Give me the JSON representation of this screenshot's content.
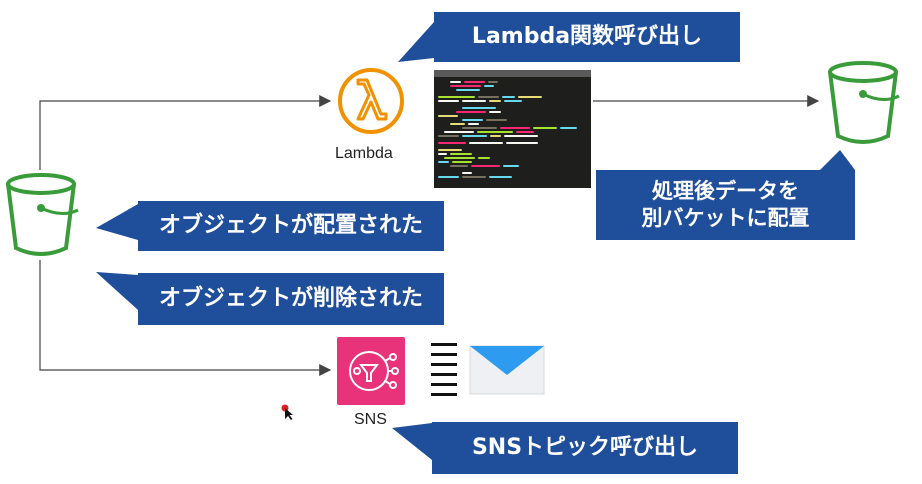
{
  "callouts": {
    "lambda_invoke": "Lambda関数呼び出し",
    "store_other_bucket_line1": "処理後データを",
    "store_other_bucket_line2": "別バケットに配置",
    "object_created": "オブジェクトが配置された",
    "object_deleted": "オブジェクトが削除された",
    "sns_invoke": "SNSトピック呼び出し"
  },
  "labels": {
    "lambda": "Lambda",
    "sns": "SNS"
  },
  "icons": {
    "source_bucket": "s3-bucket-icon",
    "dest_bucket": "s3-bucket-icon",
    "lambda": "lambda-icon",
    "sns": "sns-topic-icon",
    "list": "list-lines-icon",
    "mail": "envelope-icon",
    "code": "code-editor-screenshot"
  },
  "colors": {
    "callout_bg": "#1f4e9a",
    "bucket_green": "#3a9b3a",
    "lambda_orange": "#f29100",
    "sns_pink": "#e8337a",
    "arrow": "#444444"
  }
}
